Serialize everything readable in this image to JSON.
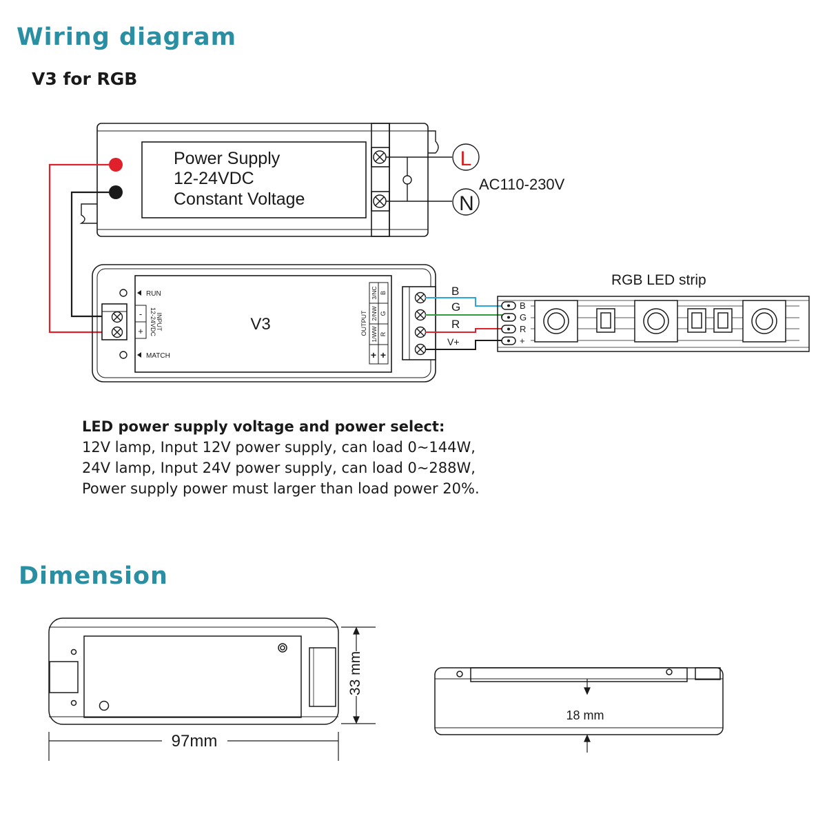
{
  "headings": {
    "wiring": "Wiring diagram",
    "model": "V3 for RGB",
    "dimension": "Dimension"
  },
  "power_supply": {
    "line1": "Power Supply",
    "line2": "12-24VDC",
    "line3": "Constant Voltage",
    "ac_label": "AC110-230V",
    "live": "L",
    "neutral": "N"
  },
  "controller": {
    "name": "V3",
    "run": "RUN",
    "match": "MATCH",
    "input_label": "INPUT",
    "input_voltage": "12-24VDC",
    "minus": "-",
    "plus": "+",
    "output_label": "OUTPUT",
    "out_cols": [
      "1/WW",
      "2/NW",
      "3/NC"
    ],
    "out_rows": [
      "R",
      "G",
      "B"
    ],
    "out_plus": "+"
  },
  "wires": {
    "b": "B",
    "g": "G",
    "r": "R",
    "v": "V+"
  },
  "led_strip": {
    "title": "RGB LED strip",
    "pins": [
      "B",
      "G",
      "R",
      "+"
    ]
  },
  "notes": {
    "title": "LED power supply voltage and power select:",
    "lines": [
      "12V lamp, Input 12V power supply, can load 0~144W,",
      "24V lamp, Input 24V power supply, can load 0~288W,",
      "Power supply power must larger than load power 20%."
    ]
  },
  "dimensions": {
    "length": "97mm",
    "height": "33 mm",
    "depth": "18 mm"
  },
  "colors": {
    "heading": "#2a8fa3",
    "red_wire": "#e0202a",
    "black_wire": "#1a1a1a",
    "blue_wire": "#2aa6d8",
    "green_wire": "#2e9a3c",
    "live_letter": "#d62020"
  }
}
